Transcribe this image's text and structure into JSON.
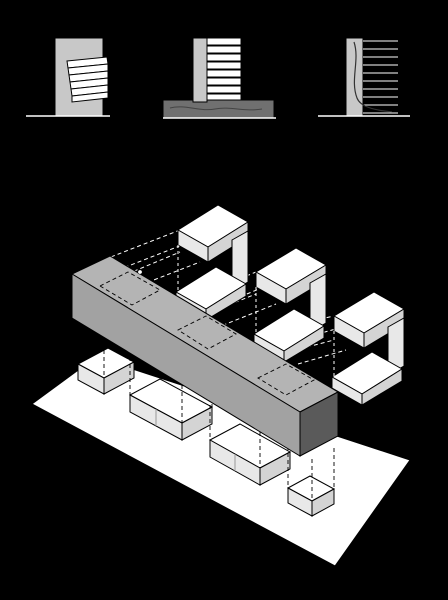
{
  "diagram": {
    "background": "#000000",
    "colors": {
      "face_white": "#ffffff",
      "face_light": "#e8e8e8",
      "face_mid": "#d4d4d4",
      "bar_top": "#b4b4b4",
      "bar_front": "#a2a2a2",
      "bar_end": "#5a5a5a",
      "section_block": "#c8c8c8",
      "section_base": "#707070",
      "line": "#000000"
    },
    "section_panels": [
      {
        "name": "section-a"
      },
      {
        "name": "section-b"
      },
      {
        "name": "section-c"
      }
    ],
    "axonometric": {
      "bar": {
        "name": "horizontal-slab"
      },
      "upper_volumes": 3,
      "lower_volumes": 4
    }
  }
}
